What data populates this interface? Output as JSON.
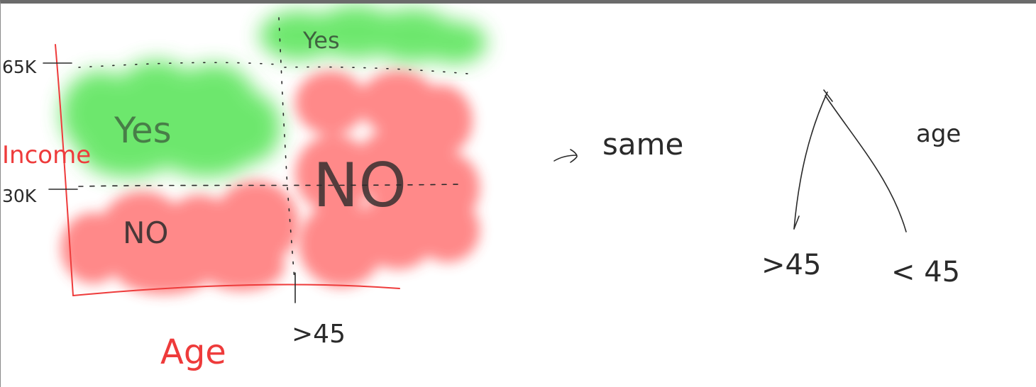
{
  "colors": {
    "region_yes": "#3ee03e",
    "region_no": "#ff3a3a",
    "axis_ink": "#ee3b3b",
    "pen_ink": "#2a2a2a"
  },
  "plot": {
    "x_axis_label": "Age",
    "y_axis_label": "Income",
    "y_tick_high": "65K",
    "y_tick_low": "30K",
    "x_split_label": ">45",
    "region_labels": {
      "yes_top": "Yes",
      "yes_left": "Yes",
      "no_bottom_left": "NO",
      "no_right": "NO"
    }
  },
  "arrow_text": "same",
  "tree": {
    "root_label": "age",
    "left_branch": ">45",
    "right_branch": "< 45"
  }
}
